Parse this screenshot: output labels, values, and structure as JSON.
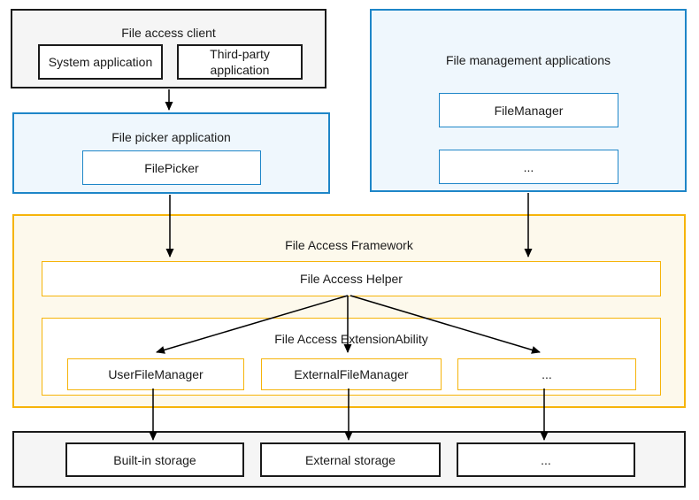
{
  "colors": {
    "dark_border": "#1a1a1a",
    "gray_bg": "#f5f5f5",
    "blue_border": "#1e86c8",
    "blue_bg": "#eff7fd",
    "yellow_border": "#f6b40a",
    "cream_bg": "#fdf9ec",
    "text": "#1a1a1a",
    "arrow": "#000000"
  },
  "diagram": {
    "client": {
      "title": "File access client",
      "items": [
        {
          "label": "System application"
        },
        {
          "label": "Third-party application"
        }
      ]
    },
    "picker": {
      "title": "File picker application",
      "items": [
        {
          "label": "FilePicker"
        }
      ]
    },
    "management": {
      "title": "File management applications",
      "items": [
        {
          "label": "FileManager"
        },
        {
          "label": "..."
        }
      ]
    },
    "framework": {
      "title": "File Access Framework",
      "helper": {
        "label": "File Access Helper"
      },
      "extension": {
        "title": "File Access ExtensionAbility",
        "items": [
          {
            "label": "UserFileManager"
          },
          {
            "label": "ExternalFileManager"
          },
          {
            "label": "..."
          }
        ]
      }
    },
    "storage": {
      "items": [
        {
          "label": "Built-in storage"
        },
        {
          "label": "External storage"
        },
        {
          "label": "..."
        }
      ]
    }
  }
}
